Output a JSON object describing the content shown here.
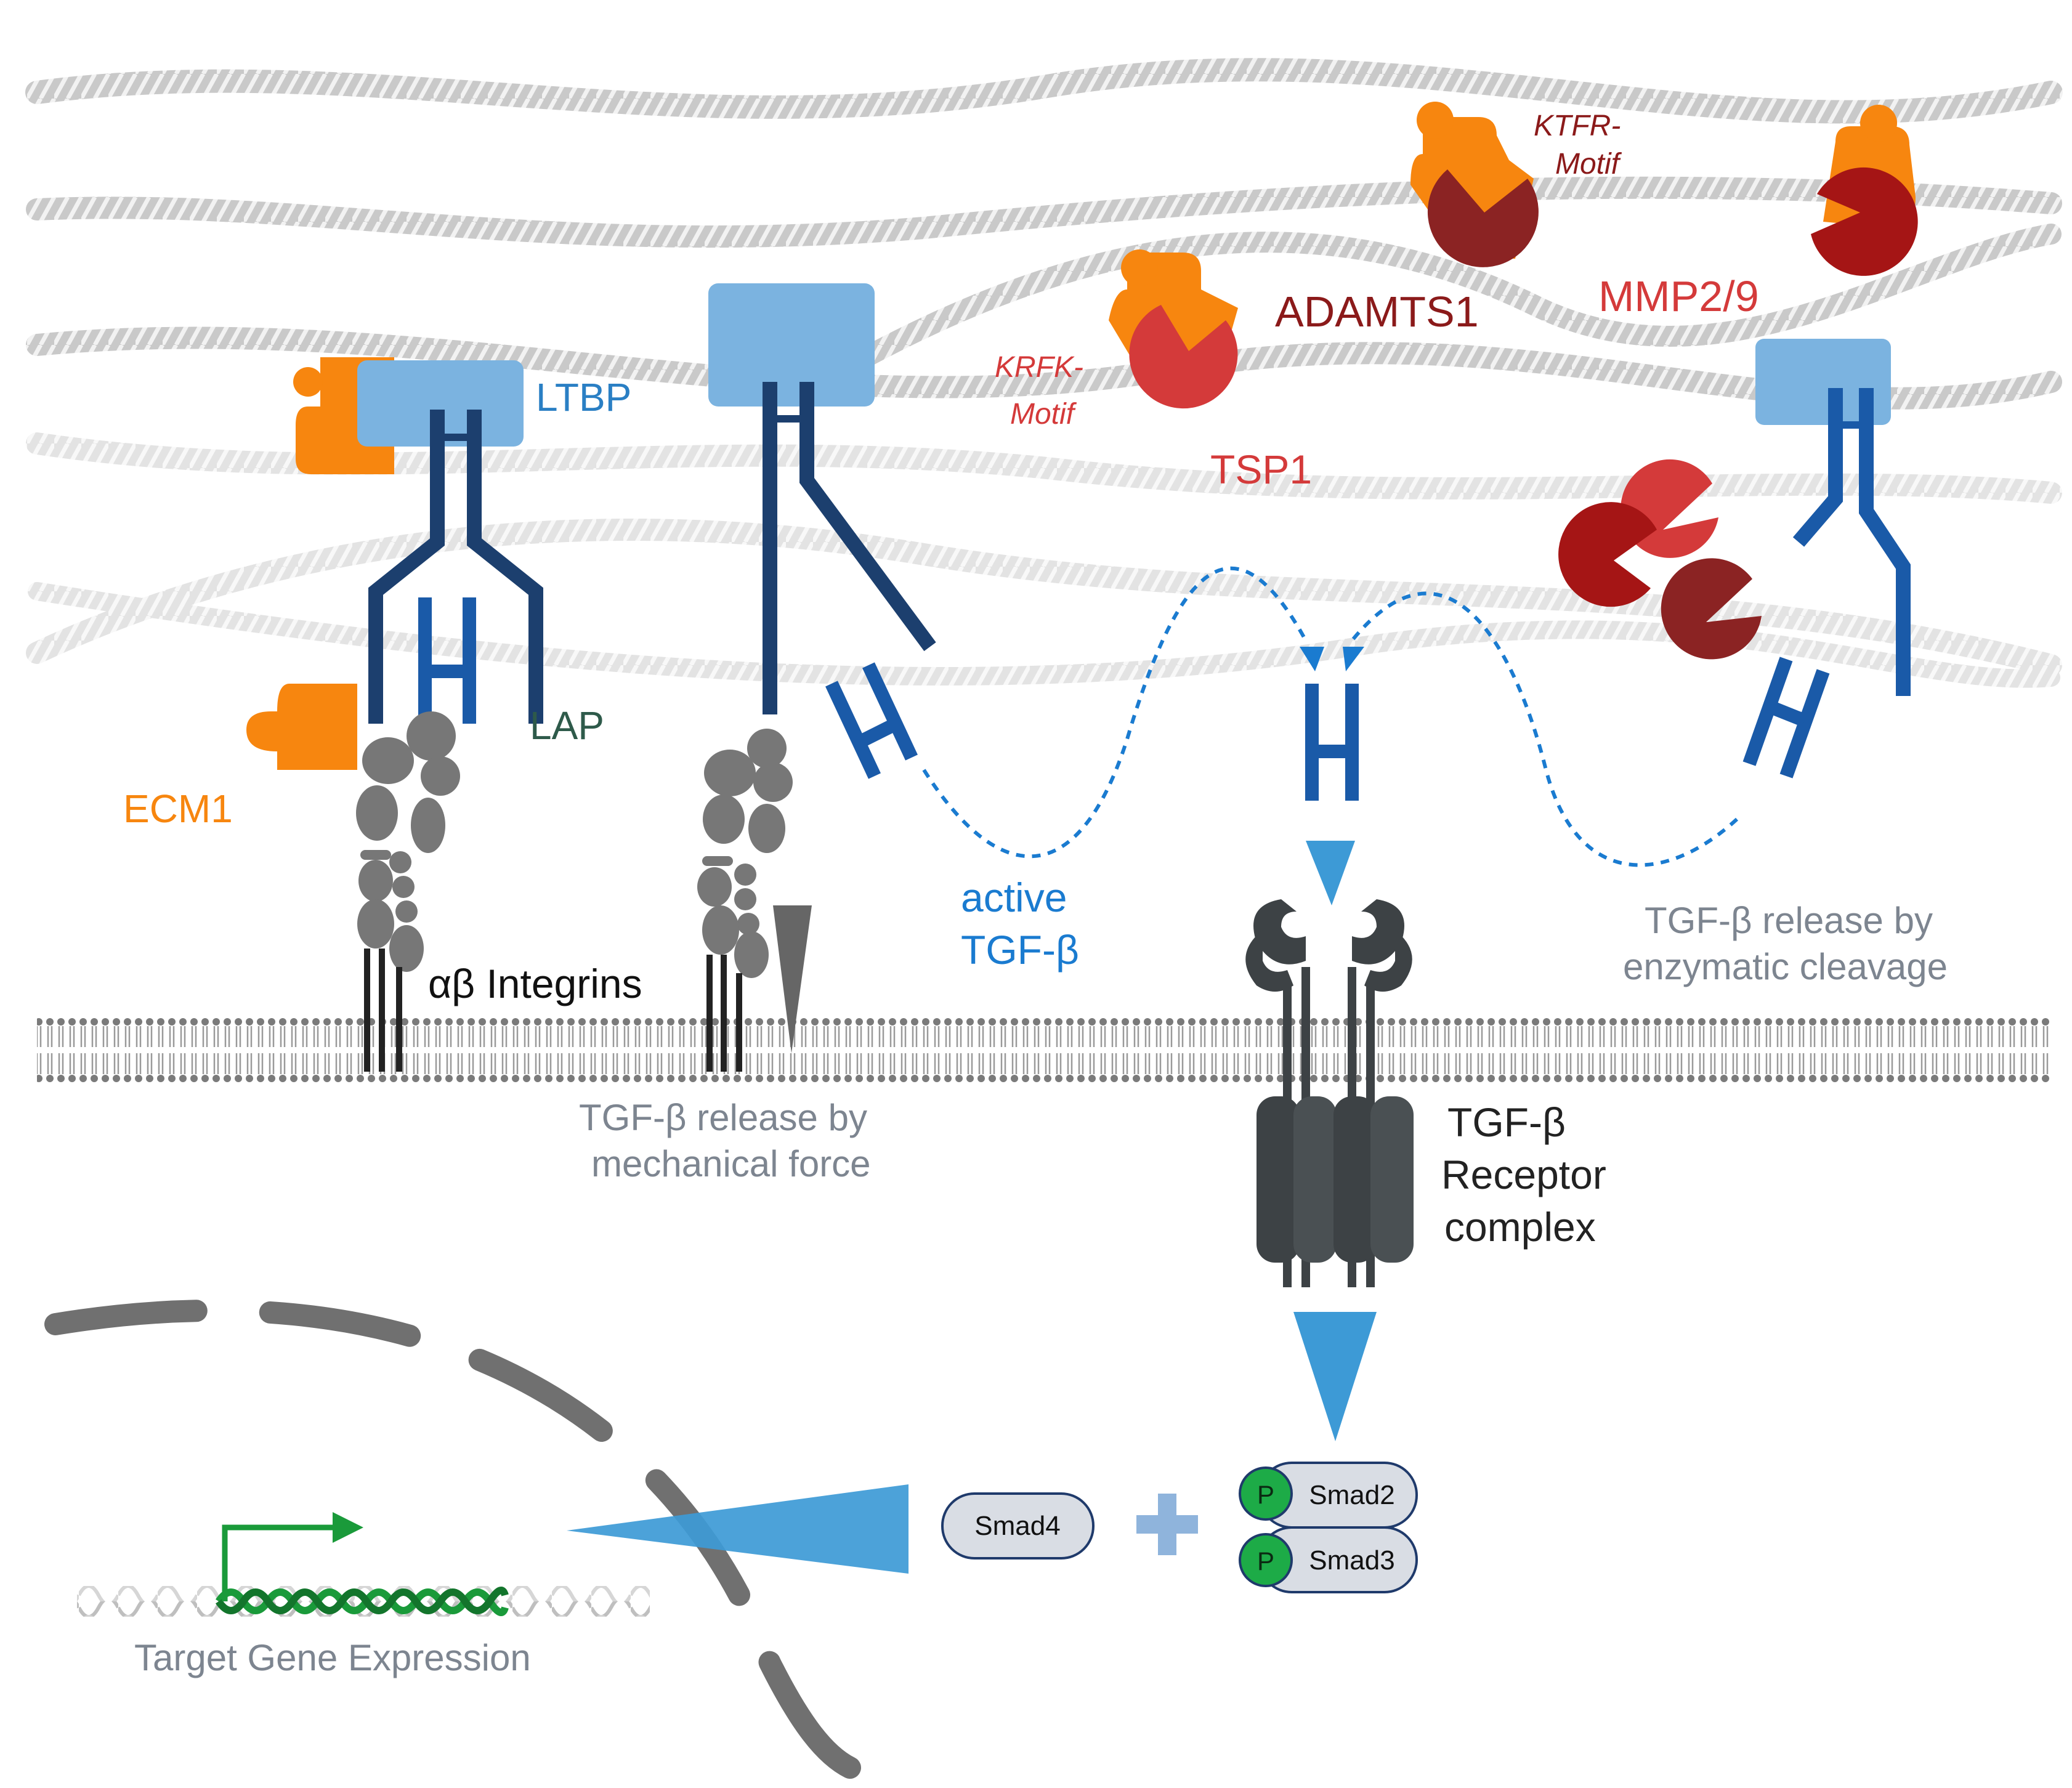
{
  "labels": {
    "ltbp": "LTBP",
    "lap": "LAP",
    "ecm1": "ECM1",
    "integrins": "αβ Integrins",
    "tsp1": "TSP1",
    "krfk_1": "KRFK-",
    "krfk_2": "Motif",
    "adamts1": "ADAMTS1",
    "ktfr_1": "KTFR-",
    "ktfr_2": "Motif",
    "mmp": "MMP2/9",
    "active_1": "active",
    "active_2": "TGF-β",
    "enz_1": "TGF-β release by",
    "enz_2": "enzymatic cleavage",
    "mech_1": "TGF-β release by",
    "mech_2": "mechanical force",
    "receptor_1": "TGF-β",
    "receptor_2": "Receptor",
    "receptor_3": "complex",
    "smad4": "Smad4",
    "smad2": "Smad2",
    "smad3": "Smad3",
    "p": "P",
    "target_gene": "Target Gene Expression"
  },
  "colors": {
    "ltbp": "#7bb3e0",
    "lap": "#1c3f6e",
    "tgf_beta": "#1a5aa8",
    "ecm1": "#f7860f",
    "integrin": "#777777",
    "receptor": "#3d4245",
    "arrow": "#3d9ad6",
    "tsp1": "#d43a3a",
    "adamts1": "#8b2323",
    "mmp": "#a51515",
    "dark_red_text": "#8b1a1a",
    "smad_fill": "#d9dde4",
    "smad_border": "#1f3a6b",
    "phospho": "#1dab47",
    "gene_green": "#1a9a3a",
    "grey_text": "#7d8590"
  }
}
